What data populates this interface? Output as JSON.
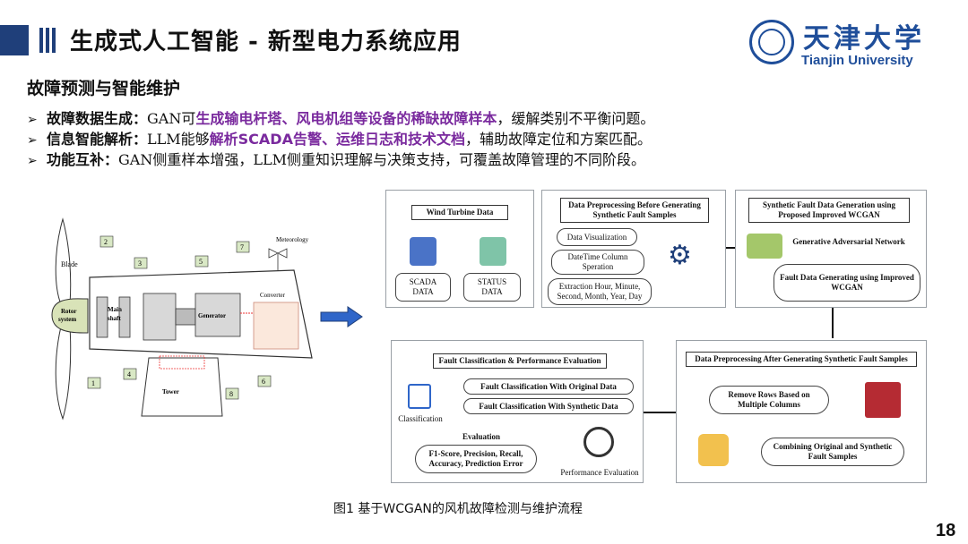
{
  "header": {
    "title": "生成式人工智能 - 新型电力系统应用",
    "logo_cn": "天津大学",
    "logo_en": "Tianjin University"
  },
  "subtitle": "故障预测与智能维护",
  "bullets": [
    {
      "key": "故障数据生成：",
      "pre": "GAN可",
      "hl": "生成输电杆塔、风电机组等设备的稀缺故障样本",
      "post": "，缓解类别不平衡问题。"
    },
    {
      "key": "信息智能解析：",
      "pre": "LLM能够",
      "hl": "解析SCADA告警、运维日志和技术文档",
      "post": "，辅助故障定位和方案匹配。"
    },
    {
      "key": "功能互补：",
      "pre": "GAN侧重样本增强，LLM侧重知识理解与决策支持，可覆盖故障管理的不同阶段。",
      "hl": "",
      "post": ""
    }
  ],
  "turbine": {
    "blade": "Blade",
    "rotor": "Rotor system",
    "main_shaft": "Main shaft",
    "generator": "Generator",
    "converter": "Converter",
    "meteorology": "Meteorology",
    "tower": "Tower",
    "numbers": [
      "1",
      "2",
      "3",
      "4",
      "5",
      "6",
      "7",
      "8"
    ]
  },
  "flow": {
    "box1": {
      "title": "Wind Turbine Data",
      "scada": "SCADA DATA",
      "status": "STATUS DATA"
    },
    "box2": {
      "title": "Data Preprocessing Before Generating Synthetic Fault Samples",
      "p1": "Data Visualization",
      "p2": "DateTime Column Speration",
      "p3": "Extraction Hour, Minute, Second, Month, Year, Day"
    },
    "box3": {
      "title": "Synthetic Fault Data Generation using Proposed Improved WCGAN",
      "gan": "Generative Adversarial Network",
      "p1": "Fault Data Generating using Improved WCGAN"
    },
    "box4": {
      "title": "Data Preprocessing After Generating Synthetic Fault Samples",
      "p1": "Remove Rows Based on Multiple Columns",
      "p2": "Combining Original and Synthetic Fault Samples"
    },
    "box5": {
      "title": "Fault Classification & Performance Evaluation",
      "p1": "Fault Classification With Original Data",
      "p2": "Fault Classification With Synthetic Data",
      "classification": "Classification",
      "eval_title": "Evaluation",
      "metrics": "F1-Score, Precision, Recall, Accuracy, Prediction Error",
      "perf": "Performance Evaluation"
    }
  },
  "caption": "图1 基于WCGAN的风机故障检测与维护流程",
  "page_number": "18"
}
